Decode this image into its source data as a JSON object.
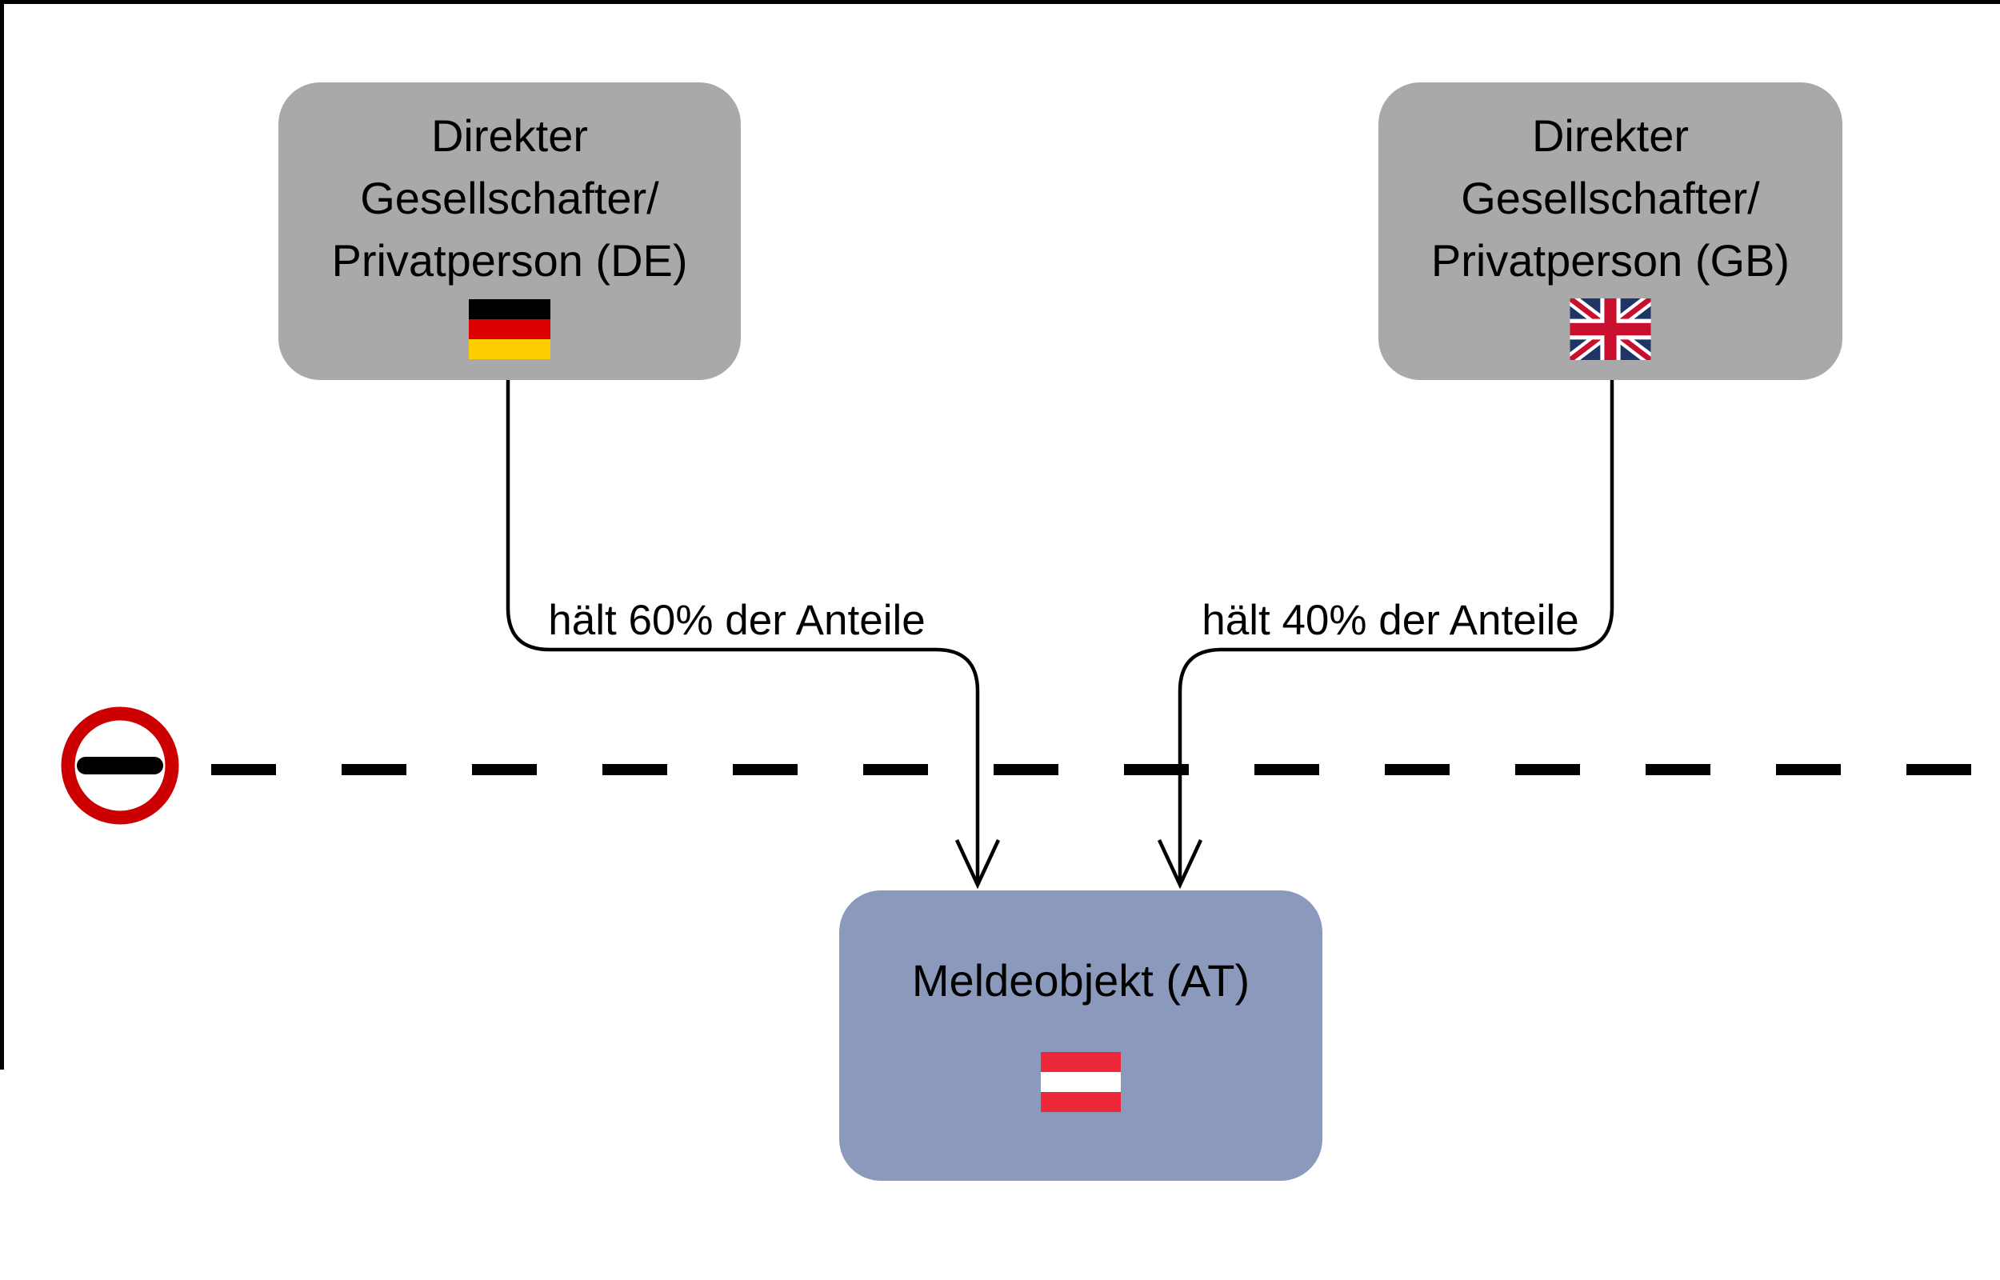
{
  "nodes": {
    "shareholder_de": {
      "lines": [
        "Direkter",
        "Gesellschafter/",
        "Privatperson (DE)"
      ],
      "flag": "germany-flag-icon",
      "fill": "#a9a9a9",
      "text_color": "#000000"
    },
    "shareholder_gb": {
      "lines": [
        "Direkter",
        "Gesellschafter/",
        "Privatperson (GB)"
      ],
      "flag": "uk-flag-icon",
      "fill": "#a9a9a9",
      "text_color": "#000000"
    },
    "meldeobjekt_at": {
      "label": "Meldeobjekt (AT)",
      "flag": "austria-flag-icon",
      "fill": "#8b9abc",
      "text_color": "#000000"
    }
  },
  "edges": [
    {
      "label": "hält 60% der Anteile",
      "share_percent": 60
    },
    {
      "label": "hält 40% der Anteile",
      "share_percent": 40
    }
  ],
  "boundary": {
    "icon": "no-entry-icon",
    "ring_color": "#cc0000",
    "bar_color": "#000000",
    "line_style": "dashed",
    "line_color": "#000000"
  },
  "flags": {
    "germany": {
      "stripes": [
        "#000000",
        "#dd0000",
        "#ffce00"
      ]
    },
    "austria": {
      "stripes": [
        "#ed2939",
        "#ffffff",
        "#ed2939"
      ]
    },
    "uk": {
      "field": "#1f3567",
      "cross_red": "#c8102e",
      "white": "#ffffff"
    }
  }
}
